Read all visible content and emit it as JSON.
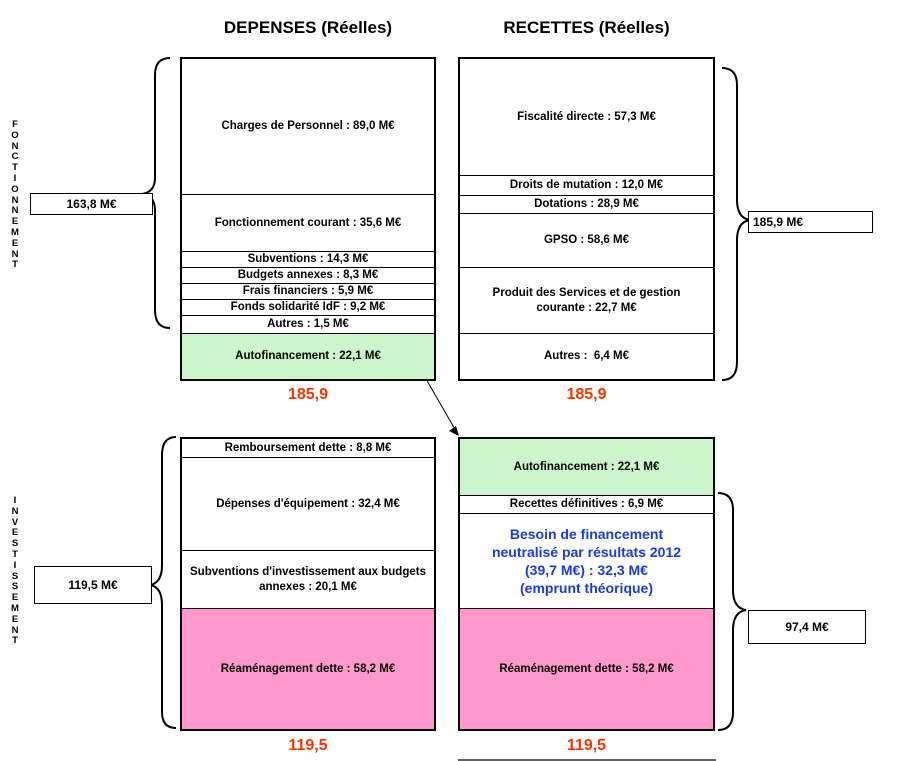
{
  "colors": {
    "total_red": "#ff3300",
    "autofin_green": "#ccf5cc",
    "dette_pink": "#ff99cc",
    "besoin_blue": "#1a3be0"
  },
  "headers": {
    "depenses": "DEPENSES (Réelles)",
    "recettes": "RECETTES (Réelles)"
  },
  "side_labels": {
    "fonctionnement": "FONCTIONNEMENT",
    "investissement": "INVESTISSEMENT"
  },
  "fonctionnement": {
    "depenses": [
      {
        "label": "Charges de Personnel : 89,0 M€"
      },
      {
        "label": "Fonctionnement courant : 35,6 M€"
      },
      {
        "label": "Subventions : 14,3 M€"
      },
      {
        "label": "Budgets annexes : 8,3 M€"
      },
      {
        "label": "Frais financiers : 5,9 M€"
      },
      {
        "label": "Fonds solidarité IdF : 9,2 M€"
      },
      {
        "label": "Autres : 1,5 M€"
      },
      {
        "label": "Autofinancement : 22,1 M€"
      }
    ],
    "recettes": [
      {
        "label": "Fiscalité directe : 57,3 M€"
      },
      {
        "label": "Droits de mutation : 12,0 M€"
      },
      {
        "label": "Dotations : 28,9 M€"
      },
      {
        "label": "GPSO : 58,6 M€"
      },
      {
        "label": "Produit des Services et de gestion courante : 22,7 M€"
      },
      {
        "label": "Autres :  6,4 M€"
      }
    ],
    "sum_left": "163,8 M€",
    "sum_right": "185,9 M€",
    "total_depenses": "185,9",
    "total_recettes": "185,9"
  },
  "investissement": {
    "depenses": [
      {
        "label": "Remboursement dette : 8,8 M€"
      },
      {
        "label": "Dépenses d'équipement : 32,4 M€"
      },
      {
        "label": "Subventions d'investissement aux budgets annexes : 20,1 M€"
      },
      {
        "label": "Réaménagement dette : 58,2 M€"
      }
    ],
    "recettes": [
      {
        "label": "Autofinancement : 22,1 M€"
      },
      {
        "label": "Recettes définitives : 6,9 M€"
      },
      {
        "label": "Besoin de financement neutralisé par résultats 2012 (39,7 M€) : 32,3 M€"
      },
      {
        "label": "(emprunt théorique)"
      },
      {
        "label": "Réaménagement dette : 58,2 M€"
      }
    ],
    "sum_left": "119,5 M€",
    "sum_right": "97,4 M€",
    "total_depenses": "119,5",
    "total_recettes": "119,5"
  }
}
